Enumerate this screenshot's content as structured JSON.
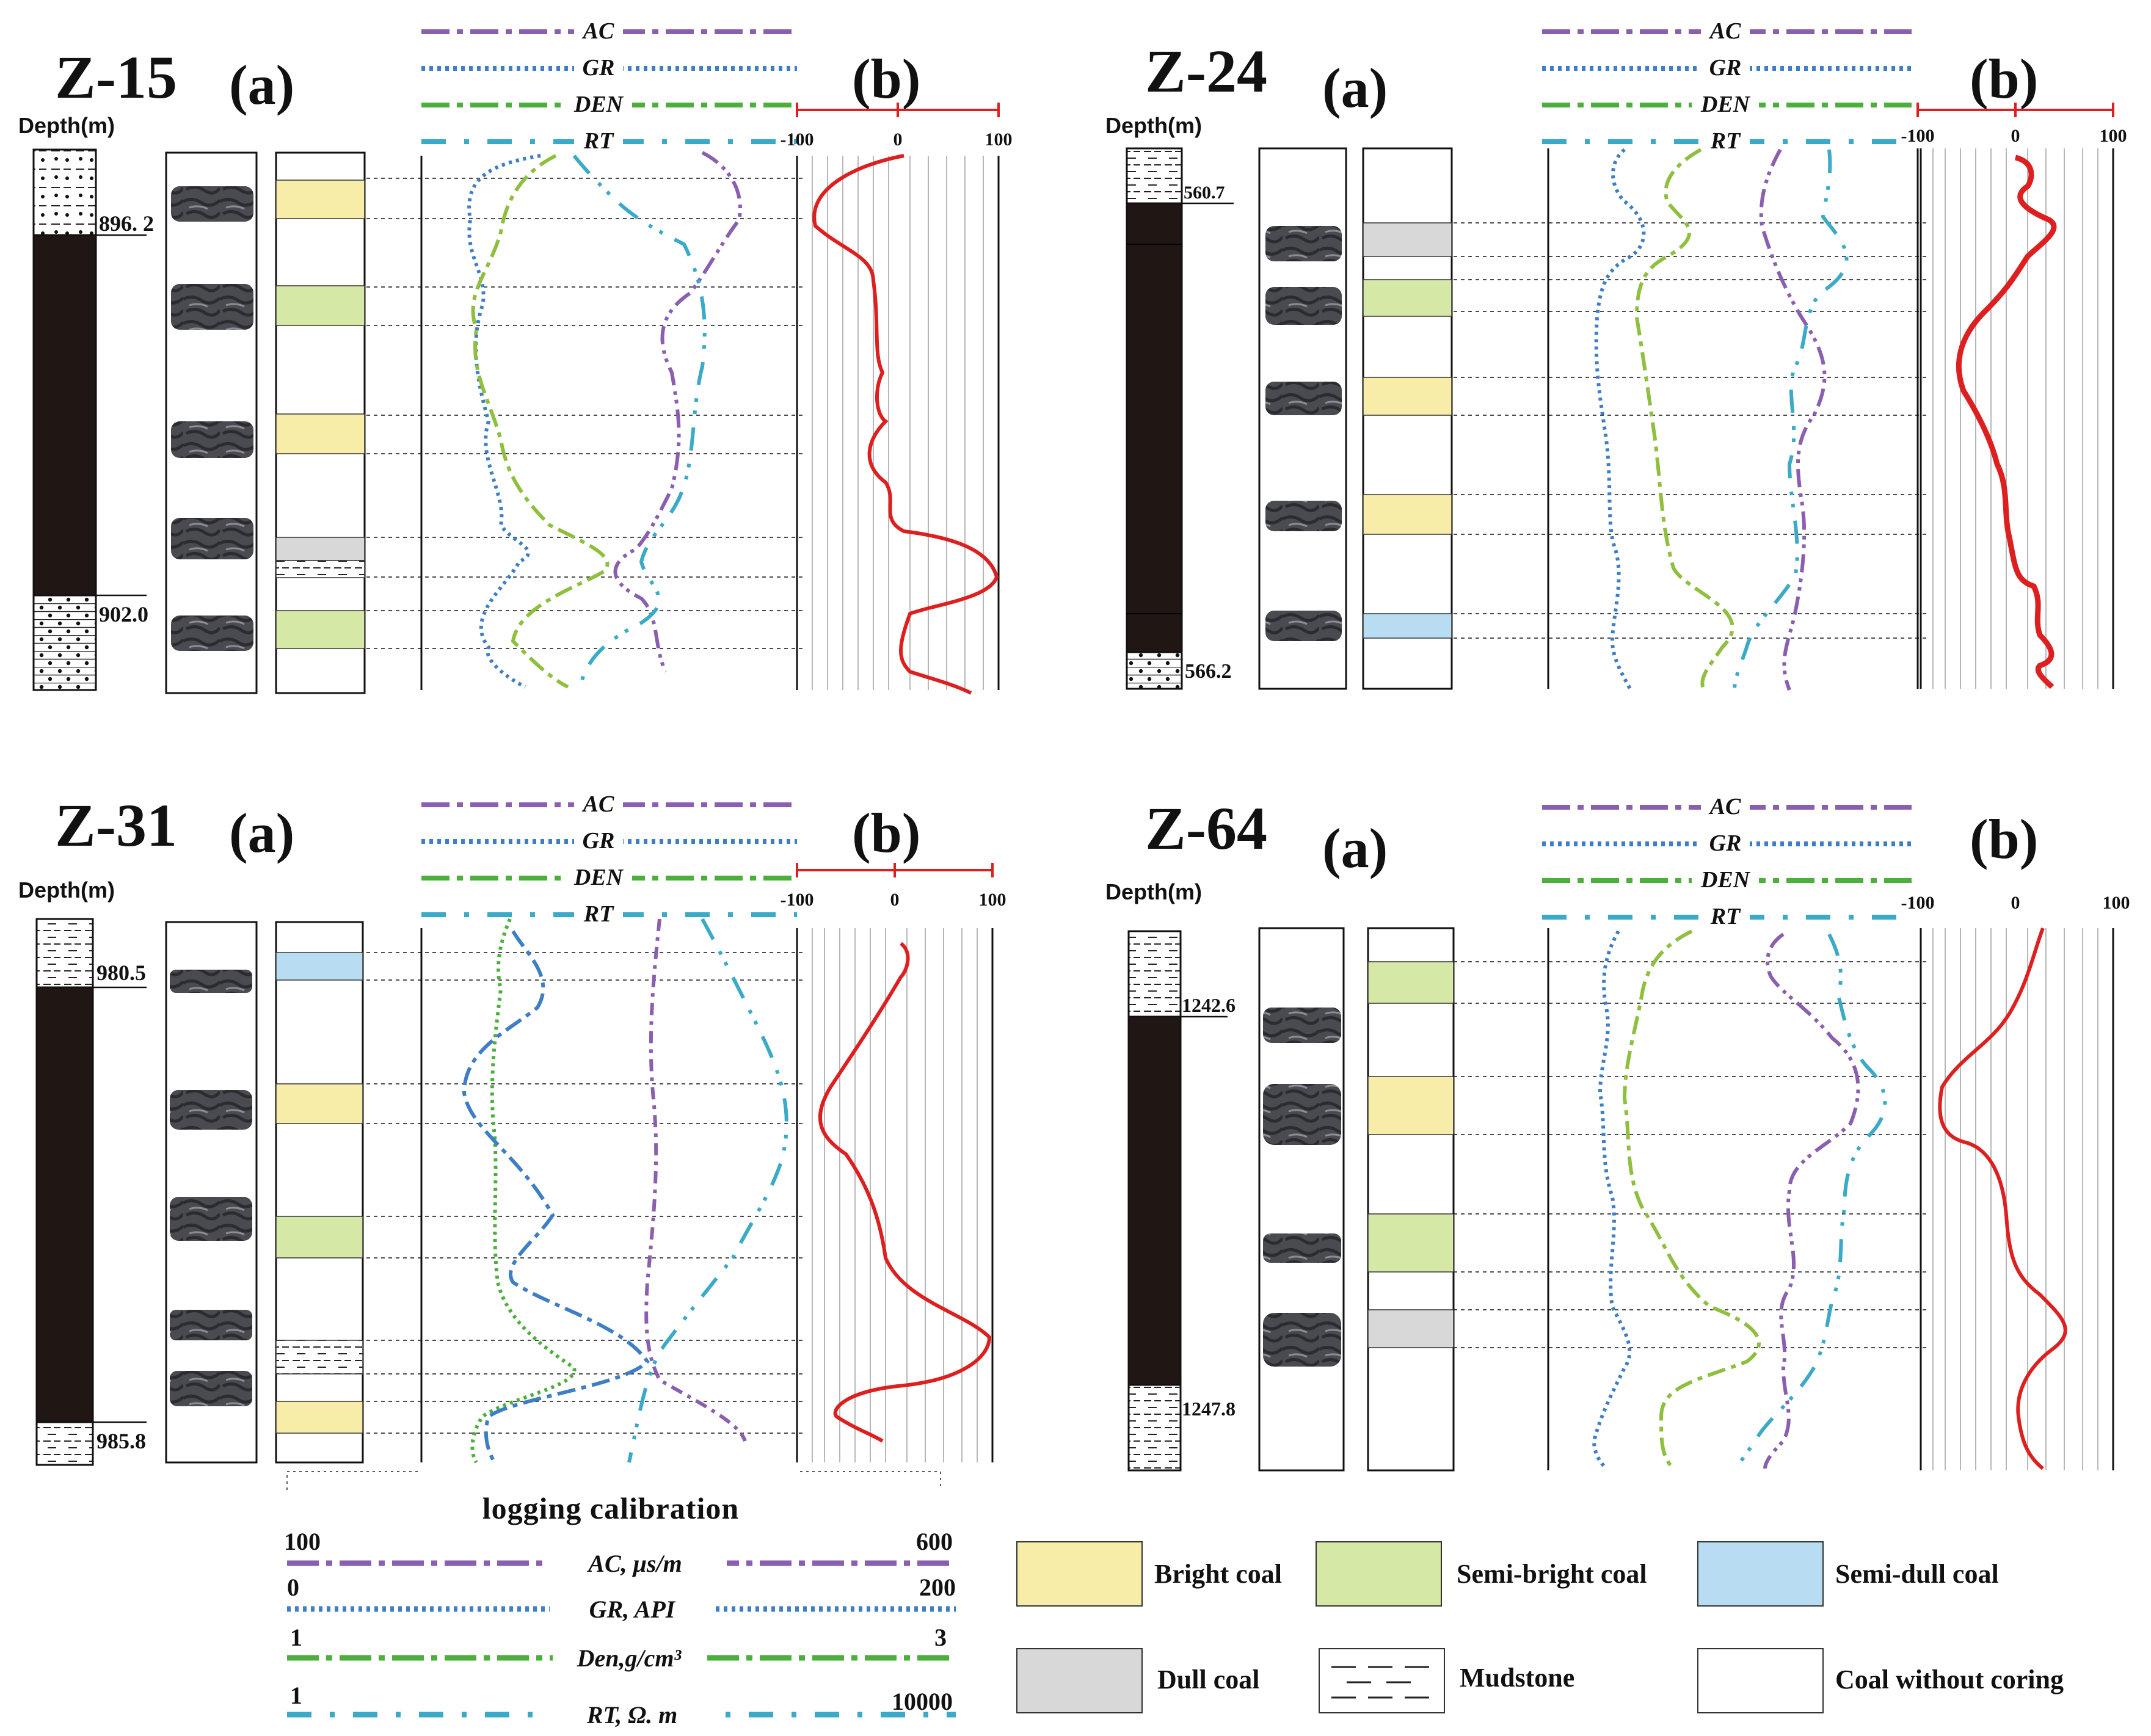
{
  "wells": [
    {
      "name": "Z-15",
      "panel_a_label": "(a)",
      "panel_b_label": "(b)",
      "depth_header": "Depth(m)",
      "depth_top": "896. 2",
      "depth_bottom": "902.0",
      "curve_labels": [
        "AC",
        "GR",
        "DEN",
        "RT"
      ],
      "scale_ticks": [
        "-100",
        "0",
        "100"
      ],
      "core_sections": [
        "bright",
        "semi-bright",
        "bright",
        "dull",
        "mudstone",
        "semi-bright"
      ]
    },
    {
      "name": "Z-24",
      "panel_a_label": "(a)",
      "panel_b_label": "(b)",
      "depth_header": "Depth(m)",
      "depth_top": "560.7",
      "depth_bottom": "566.2",
      "curve_labels": [
        "AC",
        "GR",
        "DEN",
        "RT"
      ],
      "scale_ticks": [
        "-100",
        "0",
        "100"
      ],
      "core_sections": [
        "dull",
        "semi-bright",
        "bright",
        "bright",
        "semi-dull"
      ]
    },
    {
      "name": "Z-31",
      "panel_a_label": "(a)",
      "panel_b_label": "(b)",
      "depth_header": "Depth(m)",
      "depth_top": "980.5",
      "depth_bottom": "985.8",
      "curve_labels": [
        "AC",
        "GR",
        "DEN",
        "RT"
      ],
      "scale_ticks": [
        "-100",
        "0",
        "100"
      ],
      "core_sections": [
        "semi-dull",
        "bright",
        "semi-bright",
        "mudstone",
        "bright"
      ]
    },
    {
      "name": "Z-64",
      "panel_a_label": "(a)",
      "panel_b_label": "(b)",
      "depth_header": "Depth(m)",
      "depth_top": "1242.6",
      "depth_bottom": "1247.8",
      "curve_labels": [
        "AC",
        "GR",
        "DEN",
        "RT"
      ],
      "scale_ticks": [
        "-100",
        "0",
        "100"
      ],
      "core_sections": [
        "semi-bright",
        "bright",
        "semi-bright",
        "dull"
      ]
    }
  ],
  "calibration": {
    "title": "logging calibration",
    "curves": [
      {
        "name": "AC,  μs/m",
        "min": "100",
        "max": "600",
        "color": "#8a5fb0",
        "style": "dash-dot"
      },
      {
        "name": "GR,  API",
        "min": "0",
        "max": "200",
        "color": "#3d7ec4",
        "style": "dotted"
      },
      {
        "name": "Den,g/cm³",
        "min": "1",
        "max": "3",
        "color": "#4caf3c",
        "style": "dash-dot"
      },
      {
        "name": "RT,  Ω. m",
        "min": "1",
        "max": "10000",
        "color": "#3aaac8",
        "style": "dash-dot-dot"
      }
    ]
  },
  "legend": [
    {
      "key": "bright",
      "label": "Bright coal",
      "color": "#f7eda9"
    },
    {
      "key": "semi-bright",
      "label": "Semi-bright coal",
      "color": "#d5e8a6"
    },
    {
      "key": "semi-dull",
      "label": "Semi-dull coal",
      "color": "#b8ddf3"
    },
    {
      "key": "dull",
      "label": "Dull coal",
      "color": "#d8d8d8"
    },
    {
      "key": "mudstone",
      "label": "Mudstone",
      "color": "#ffffff"
    },
    {
      "key": "no-coring",
      "label": "Coal without coring",
      "color": "#ffffff"
    }
  ],
  "colors": {
    "AC": "#8a5fb0",
    "GR": "#3d7ec4",
    "DEN": "#8fbf3f",
    "RT": "#3aaac8",
    "score_curve": "#dd1f1f",
    "coal": "#201715"
  }
}
